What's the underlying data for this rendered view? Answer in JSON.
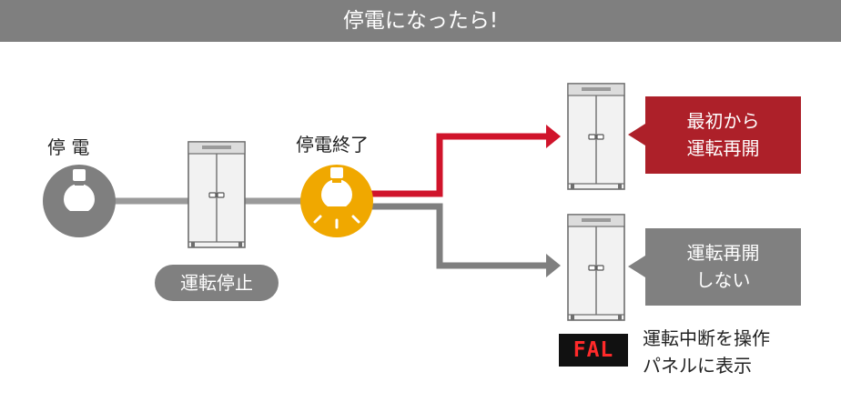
{
  "header": {
    "title": "停電になったら!"
  },
  "labels": {
    "outage": "停 電",
    "outage_end": "停電終了",
    "stopped": "運転停止"
  },
  "outcomes": {
    "restart": {
      "lines": [
        "最初から",
        "運転再開"
      ],
      "color": "#ad2029"
    },
    "no_restart": {
      "lines": [
        "運転再開",
        "しない"
      ],
      "color": "#808080"
    }
  },
  "display": {
    "code": "FAL",
    "note_lines": [
      "運転中断を操作",
      "パネルに表示"
    ]
  },
  "colors": {
    "header_bg": "#7f7f7f",
    "bulb_off": "#7f7f7f",
    "bulb_on": "#f0a800",
    "line_gray": "#9a9a9a",
    "arrow_red": "#d0142b",
    "arrow_gray": "#7f7f7f"
  },
  "icons": [
    "bulb-off-icon",
    "refrigerator-icon",
    "bulb-on-icon"
  ]
}
